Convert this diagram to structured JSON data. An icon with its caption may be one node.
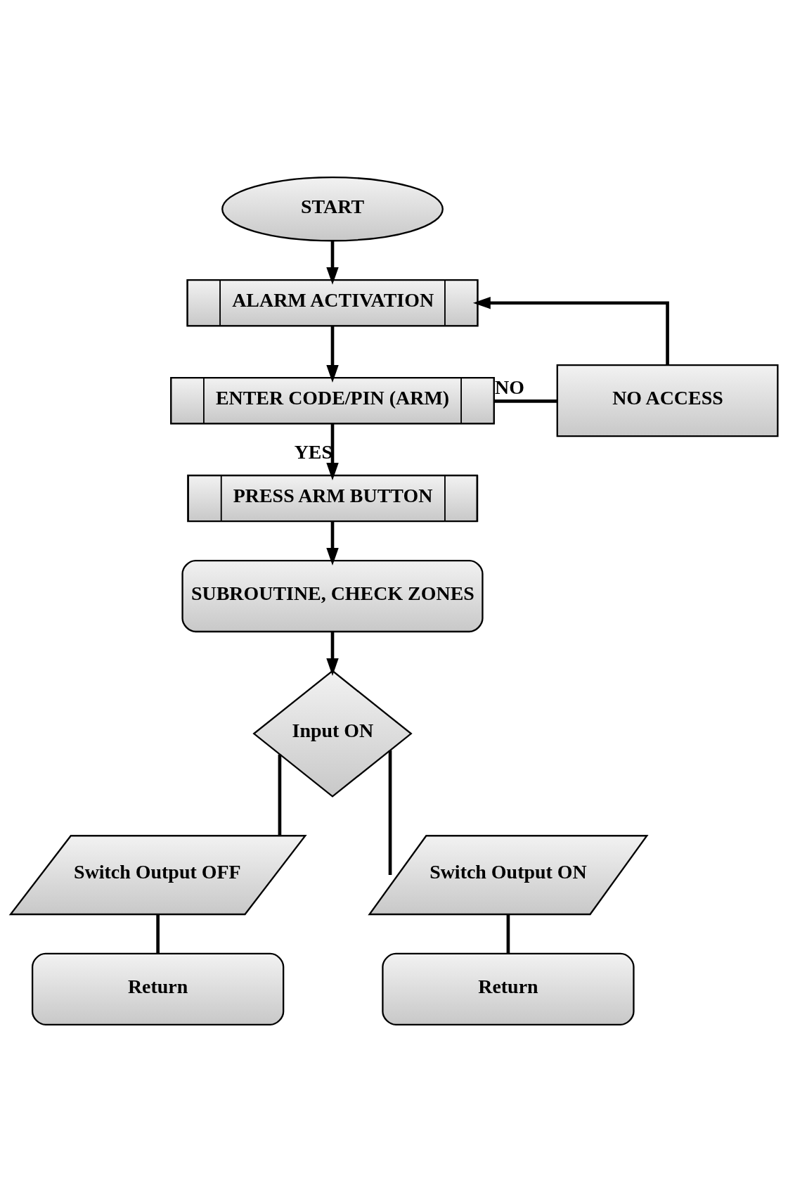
{
  "diagram": {
    "nodes": [
      {
        "text": [
          "START"
        ]
      },
      {
        "text": [
          "ALARM ACTIVATION"
        ]
      },
      {
        "text": [
          "ENTER CODE/PIN (ARM)"
        ]
      },
      {
        "text": [
          "NO ACCESS"
        ]
      },
      {
        "text": [
          "PRESS ARM BUTTON"
        ]
      },
      {
        "text": [
          "SUBROUTINE, CHECK ZONES"
        ]
      },
      {
        "text": [
          "Input ON"
        ]
      },
      {
        "text": [
          "Switch Output OFF"
        ]
      },
      {
        "text": [
          "Switch Output ON"
        ]
      },
      {
        "text": [
          "Return"
        ]
      },
      {
        "text": [
          "Return"
        ]
      }
    ],
    "edges": [
      {
        "from": 0,
        "to": 1,
        "arrow": "to"
      },
      {
        "from": 1,
        "to": 2,
        "arrow": "to"
      },
      {
        "from": 2,
        "to": 3,
        "arrow": "none",
        "label": "NO"
      },
      {
        "from": 3,
        "to": 1,
        "arrow": "to"
      },
      {
        "from": 2,
        "to": 4,
        "arrow": "to",
        "label": "YES"
      },
      {
        "from": 4,
        "to": 5,
        "arrow": "to"
      },
      {
        "from": 5,
        "to": 6,
        "arrow": "to"
      },
      {
        "from": 6,
        "to": 7,
        "arrow": "none"
      },
      {
        "from": 6,
        "to": 8,
        "arrow": "none"
      },
      {
        "from": 7,
        "to": 9,
        "arrow": "none"
      },
      {
        "from": 8,
        "to": 10,
        "arrow": "none"
      }
    ]
  }
}
